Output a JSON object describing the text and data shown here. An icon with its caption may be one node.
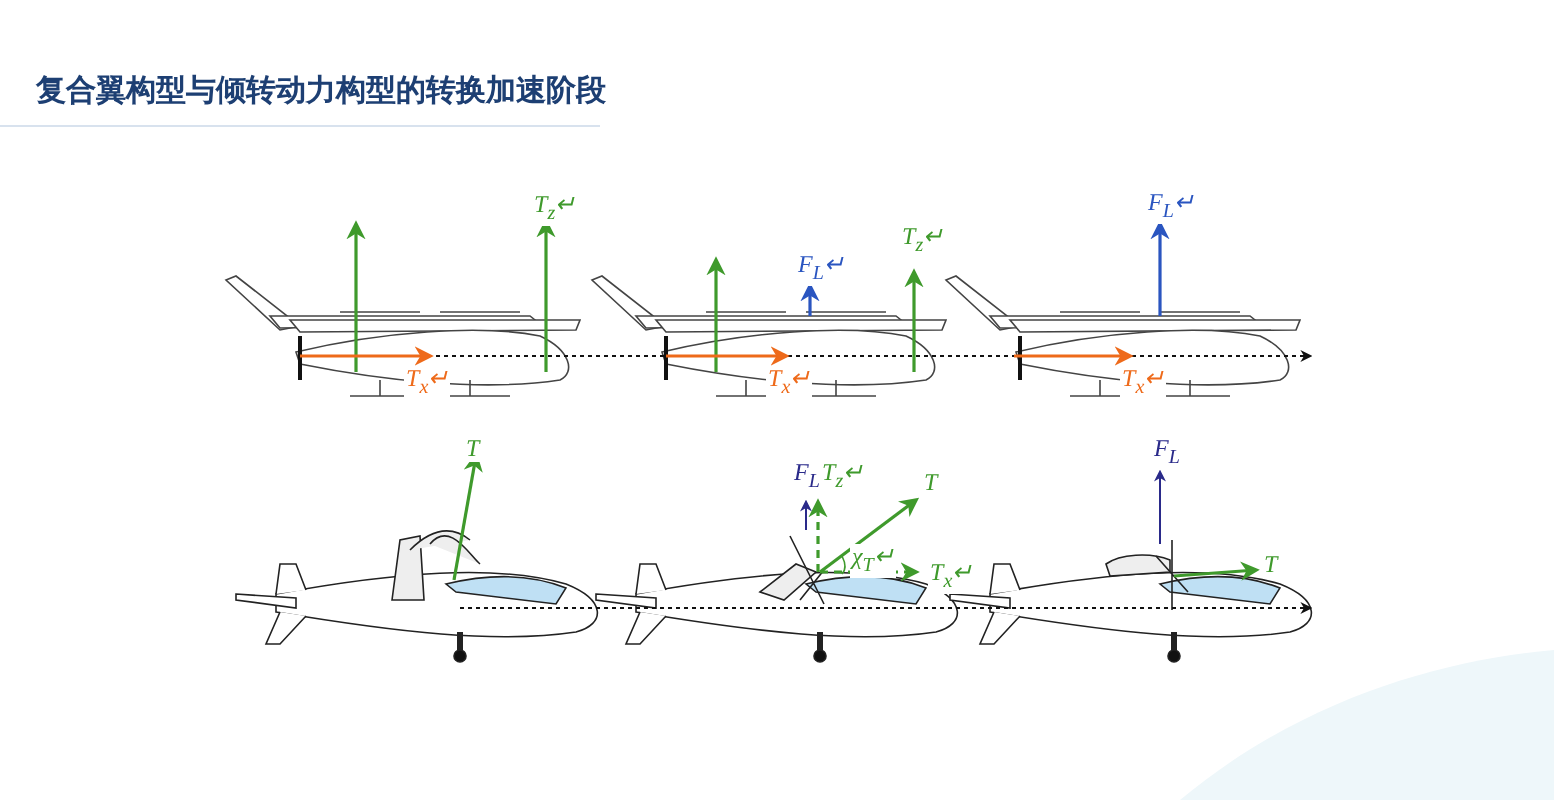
{
  "diagram": {
    "title": "复合翼构型与倾转动力构型的转换加速阶段",
    "labels": [
      "T$_{z}$↵",
      "T$_{x}$↵",
      "F$_{L}$↵",
      "T$_{z}$↵",
      "T$_{x}$↵",
      "F$_{L}$↵",
      "T$_{x}$↵",
      "T",
      "F$_{L}$",
      "T$_{z}$↵",
      "T",
      "χ$_{T}$↵",
      "T$_{x}$↵",
      "F$_{L}$",
      "T"
    ]
  }
}
